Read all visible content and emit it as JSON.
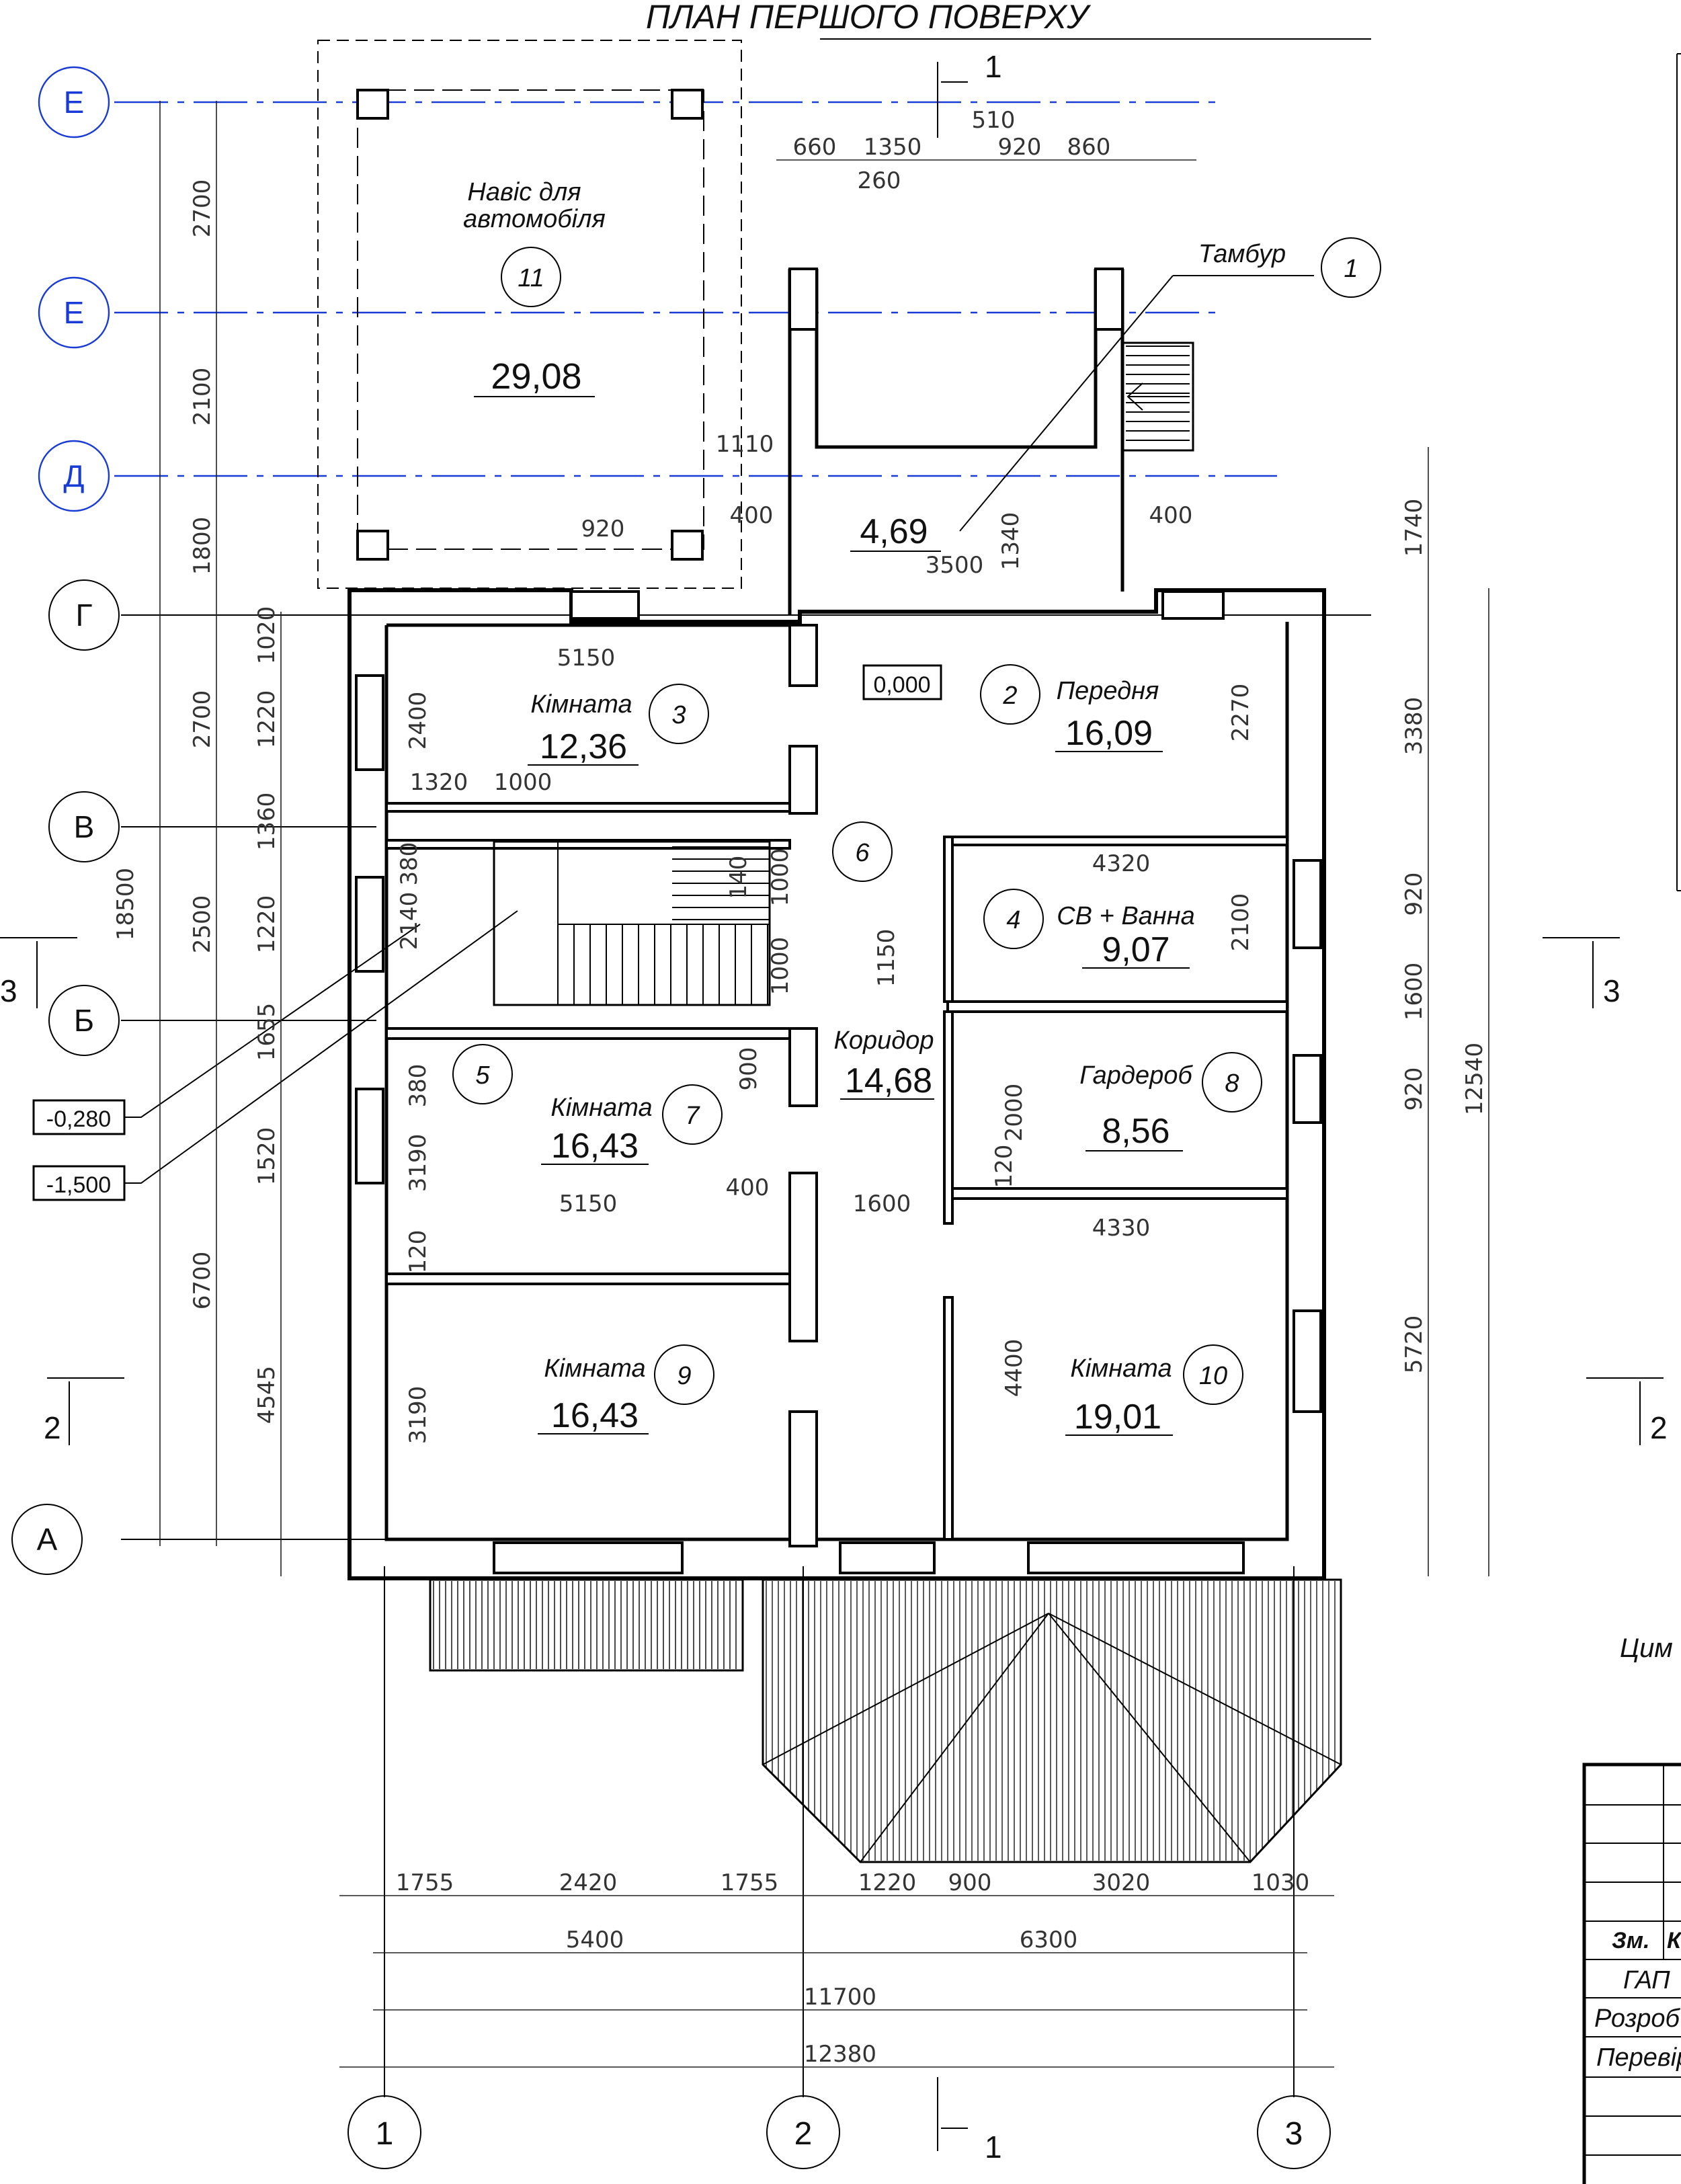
{
  "title": "ПЛАН ПЕРШОГО ПОВЕРХУ",
  "section_marks": {
    "s1": "1",
    "s2": "2",
    "s3": "3"
  },
  "axes": {
    "rows": [
      "Е",
      "Е",
      "Д",
      "Г",
      "В",
      "Б",
      "А"
    ],
    "cols": [
      "1",
      "2",
      "3"
    ]
  },
  "rooms": [
    {
      "num": "1",
      "name": "Тамбур",
      "area": "4,69"
    },
    {
      "num": "2",
      "name": "Передня",
      "area": "16,09"
    },
    {
      "num": "3",
      "name": "Кімната",
      "area": "12,36"
    },
    {
      "num": "4",
      "name": "СВ + Ванна",
      "area": "9,07"
    },
    {
      "num": "5",
      "name": "",
      "area": ""
    },
    {
      "num": "6",
      "name": "",
      "area": ""
    },
    {
      "num": "7",
      "name": "Кімната",
      "area": "16,43"
    },
    {
      "num": "8",
      "name": "Гардероб",
      "area": "8,56"
    },
    {
      "num": "9",
      "name": "Кімната",
      "area": "16,43"
    },
    {
      "num": "10",
      "name": "Кімната",
      "area": "19,01"
    },
    {
      "num": "11",
      "name_l1": "Навіс для",
      "name_l2": "автомобіля",
      "area": "29,08"
    },
    {
      "num": "",
      "name": "Коридор",
      "area": "14,68"
    }
  ],
  "levels": [
    "0,000",
    "-0,280",
    "-1,500"
  ],
  "dims": {
    "left_outer": [
      "2700",
      "2100",
      "1800",
      "2700",
      "2500",
      "6700",
      "18500"
    ],
    "left_inner": [
      "1020",
      "1220",
      "1360",
      "1220",
      "1655",
      "1520",
      "4545"
    ],
    "right": [
      "1740",
      "3380",
      "920",
      "1600",
      "920",
      "5720",
      "12540"
    ],
    "bottom_r1": [
      "1755",
      "2420",
      "1755",
      "1220",
      "900",
      "3020",
      "1030"
    ],
    "bottom_r2": [
      "5400",
      "6300"
    ],
    "bottom_r3": "11700",
    "bottom_r4": "12380",
    "top": [
      "660",
      "1350",
      "510",
      "920",
      "860",
      "260",
      "1110"
    ],
    "interior": [
      "920",
      "400",
      "3500",
      "1340",
      "400",
      "5150",
      "2400",
      "1320",
      "1000",
      "2270",
      "4320",
      "2100",
      "140",
      "1000",
      "1000",
      "1150",
      "380",
      "2140",
      "900",
      "380",
      "3190",
      "400",
      "5150",
      "1600",
      "2000",
      "120",
      "4330",
      "120",
      "3190",
      "4400"
    ]
  },
  "title_block": {
    "zm": "Зм.",
    "k": "К",
    "gap": "ГАП",
    "rozrob": "Розроб",
    "perevir": "Перевір"
  },
  "side_note": "Цим"
}
